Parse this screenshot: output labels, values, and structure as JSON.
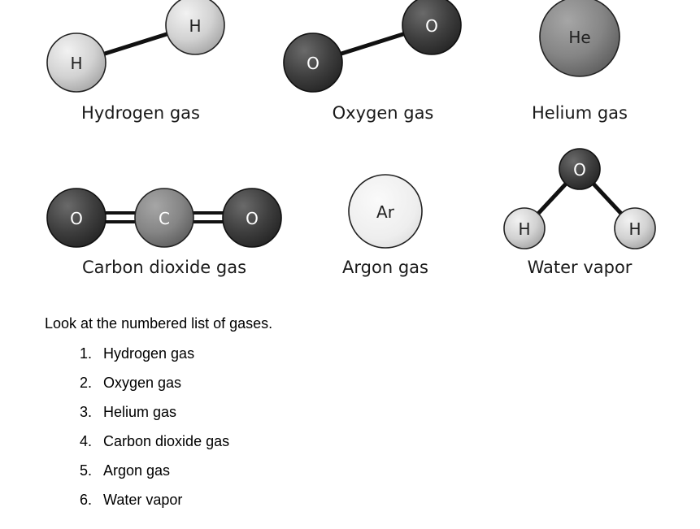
{
  "molecules": [
    {
      "name": "Hydrogen gas",
      "atoms": [
        "H",
        "H"
      ]
    },
    {
      "name": "Oxygen gas",
      "atoms": [
        "O",
        "O"
      ]
    },
    {
      "name": "Helium gas",
      "atoms": [
        "He"
      ]
    },
    {
      "name": "Carbon dioxide gas",
      "atoms": [
        "O",
        "C",
        "O"
      ]
    },
    {
      "name": "Argon gas",
      "atoms": [
        "Ar"
      ]
    },
    {
      "name": "Water vapor",
      "atoms": [
        "O",
        "H",
        "H"
      ]
    }
  ],
  "prompt": "Look at the numbered list of gases.",
  "list": [
    {
      "num": "1.",
      "label": "Hydrogen gas"
    },
    {
      "num": "2.",
      "label": "Oxygen gas"
    },
    {
      "num": "3.",
      "label": "Helium gas"
    },
    {
      "num": "4.",
      "label": "Carbon dioxide gas"
    },
    {
      "num": "5.",
      "label": "Argon gas"
    },
    {
      "num": "6.",
      "label": "Water vapor"
    }
  ],
  "colors": {
    "dark_atom": "#3e3e3e",
    "mid_atom": "#8a8a8a",
    "light_atom": "#d6d6d6",
    "pale_atom": "#efefef",
    "bond": "#111111"
  }
}
